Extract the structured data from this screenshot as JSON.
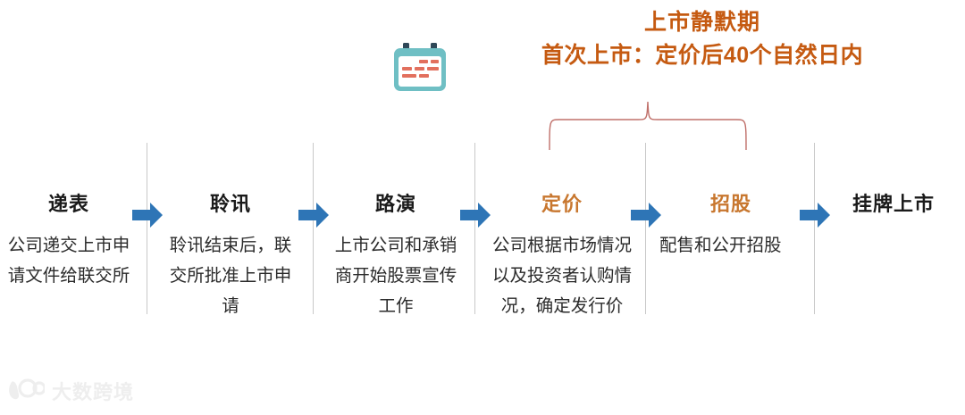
{
  "banner": {
    "icon": "calendar-icon",
    "line1": "上市静默期",
    "line2": "首次上市：定价后40个自然日内",
    "accent_color": "#C55A11"
  },
  "colors": {
    "arrow_blue": "#2E75B6",
    "divider_gray": "#C9C9C9",
    "brace_red": "#C0706A",
    "title_dark": "#1A1A1A",
    "title_orange": "#C8772F",
    "watermark_gray": "#EDEDED"
  },
  "stages": [
    {
      "id": "stage-submit",
      "title": "递表",
      "title_color": "dark",
      "body": "公司递交上市申请文件给联交所"
    },
    {
      "id": "stage-hearing",
      "title": "聆讯",
      "title_color": "dark",
      "body": "聆讯结束后，联交所批准上市申请"
    },
    {
      "id": "stage-roadshow",
      "title": "路演",
      "title_color": "dark",
      "body": "上市公司和承销商开始股票宣传工作"
    },
    {
      "id": "stage-pricing",
      "title": "定价",
      "title_color": "accent",
      "body": "公司根据市场情况以及投资者认购情况，确定发行价"
    },
    {
      "id": "stage-offering",
      "title": "招股",
      "title_color": "accent",
      "body": "配售和公开招股"
    },
    {
      "id": "stage-listing",
      "title": "挂牌上市",
      "title_color": "dark",
      "body": ""
    }
  ],
  "arrows": [
    {
      "name": "arrow-submit-to-hearing"
    },
    {
      "name": "arrow-hearing-to-roadshow"
    },
    {
      "name": "arrow-roadshow-to-pricing"
    },
    {
      "name": "arrow-pricing-to-offering"
    },
    {
      "name": "arrow-offering-to-listing"
    }
  ],
  "watermark": {
    "text": "大数跨境",
    "logo": "owl-logo"
  }
}
